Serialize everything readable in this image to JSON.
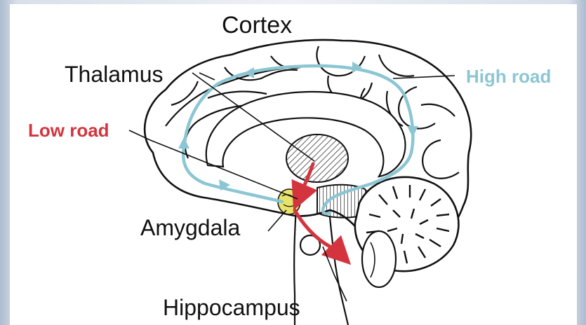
{
  "labels": {
    "cortex": "Cortex",
    "thalamus": "Thalamus",
    "low_road": "Low road",
    "high_road": "High road",
    "amygdala": "Amygdala",
    "hippocampus": "Hippocampus"
  },
  "colors": {
    "background": "#ffffff",
    "outline": "#111111",
    "low_road": "#d3343e",
    "high_road": "#8cc6d3",
    "amygdala": "#e8e46a"
  }
}
